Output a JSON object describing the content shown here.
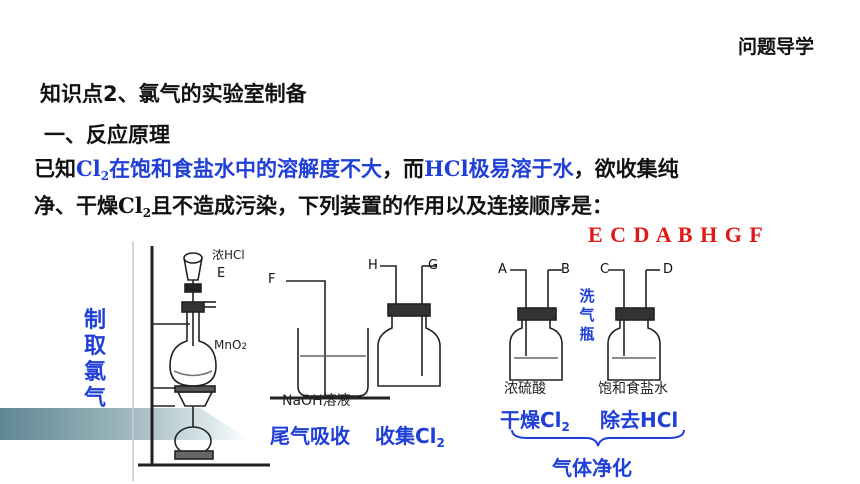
{
  "header": {
    "title": "问题导学"
  },
  "knowledge_point": "知识点2、氯气的实验室制备",
  "section_title": "一、反应原理",
  "paragraph": {
    "p1": "已知",
    "cl": "Cl",
    "two": "2",
    "p2": "在饱和食盐水中的溶解度不大",
    "comma1": "，而",
    "hcl": "HCl",
    "p3": "极易溶于水",
    "p4": "，欲收集纯",
    "line2a": "净、干燥",
    "line2b": "Cl",
    "line2c": "2",
    "line2d": "且不造成污染，下列装置的作用以及连接顺序是："
  },
  "answer": "E C  D A  B H  G F",
  "labels": {
    "prepare_chars": [
      "制",
      "取",
      "氯",
      "气"
    ],
    "wash_bottle_chars": [
      "洗",
      "气",
      "瓶"
    ],
    "tail_gas": "尾气吸收",
    "collect": "收集Cl",
    "collect_sub": "2",
    "dry": "干燥Cl",
    "dry_sub": "2",
    "remove_hcl": "除去HCl",
    "gas_purify": "气体净化",
    "conc_hcl": "浓HCl",
    "mno2": "MnO",
    "mno2_sub": "2",
    "naoh": "NaOH溶液",
    "conc_h2so4": "浓硫酸",
    "sat_nacl": "饱和食盐水"
  },
  "port_letters": {
    "E": "E",
    "F": "F",
    "H": "H",
    "G": "G",
    "A": "A",
    "B": "B",
    "C": "C",
    "D": "D"
  }
}
